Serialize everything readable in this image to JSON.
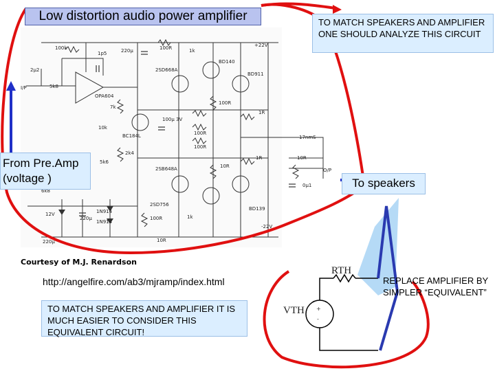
{
  "title": "Low distortion audio power amplifier",
  "note_top": "TO MATCH SPEAKERS AND AMPLIFIER ONE SHOULD ANALYZE THIS CIRCUIT",
  "preamp_label": "From Pre.Amp (voltage )",
  "speakers_label": "To speakers",
  "credit": "Courtesy of M.J. Renardson",
  "url": "http://angelfire.com/ab3/mjramp/index.html",
  "note_bottom": "TO MATCH SPEAKERS AND AMPLIFIER IT IS MUCH EASIER TO CONSIDER THIS EQUIVALENT CIRCUIT!",
  "replace_label": "REPLACE AMPLIFIER BY SIMPLER “EQUIVALENT”",
  "rth_label": "RTH",
  "vth_label": "VTH",
  "schematic_labels": {
    "r100k": "100k",
    "c1p5": "1p5",
    "c220u": "220µ",
    "r100r_top": "100R",
    "r1k_a": "1k",
    "bd140": "BD140",
    "v22": "+22V",
    "bd911": "BD911",
    "c2u2": "2µ2",
    "r5k8": "5k8",
    "ip": "I/P",
    "sd668": "2SD668A",
    "opa": "OPA604",
    "r7k": "7k",
    "r100r_b": "100R",
    "r1r_a": "1R",
    "c100u": "100µ 3V",
    "r10k": "10k",
    "bc184": "BC184L",
    "r100r_c": "100R",
    "r100r_d": "100R",
    "c17n": "17nmS",
    "r2k4": "2k4",
    "r5k6": "5k6",
    "sb648": "2SB648A",
    "r10r_a": "10R",
    "r1r_b": "1R",
    "r10r_b": "10R",
    "op": "O/P",
    "r6k8": "6k8",
    "sd756": "2SD756",
    "bd139": "BD139",
    "v12": "12V",
    "c220u_b": "220µ",
    "d1": "1N914",
    "d2": "1N914",
    "r100r_e": "100R",
    "r1k_b": "1k",
    "c220u_c": "220µ",
    "r10r_c": "10R",
    "v22n": "-22V",
    "c0u1": "0µ1"
  },
  "colors": {
    "title_bg": "#b9c3ef",
    "note_bg": "#dbeeff",
    "outline_red": "#e01010",
    "arrow_blue": "#2030c8",
    "highlight": "#a8d4f4"
  }
}
